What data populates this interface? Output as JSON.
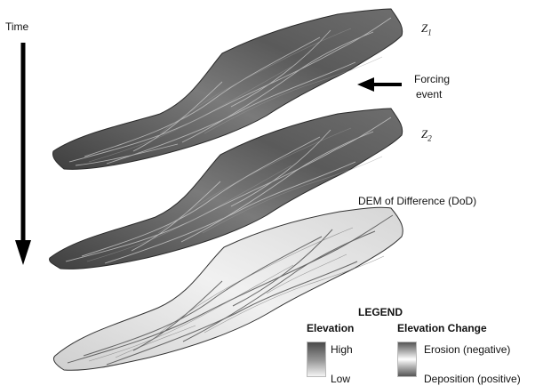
{
  "time_axis": {
    "label": "Time"
  },
  "surfaces": [
    {
      "label_var": "Z",
      "label_sub": "1"
    },
    {
      "label_var": "Z",
      "label_sub": "2"
    },
    {
      "label": "DEM of Difference (DoD)"
    }
  ],
  "forcing": {
    "line1": "Forcing",
    "line2": "event"
  },
  "legend": {
    "title": "LEGEND",
    "elevation": {
      "heading": "Elevation",
      "high": "High",
      "low": "Low"
    },
    "change": {
      "heading": "Elevation Change",
      "top": "Erosion (negative)",
      "bottom": "Deposition (positive)"
    }
  },
  "colors": {
    "surface_dark": "#4d4d4d",
    "surface_light": "#d9d9d9",
    "dod_background": "#e6e6e6",
    "arrow": "#000000"
  }
}
